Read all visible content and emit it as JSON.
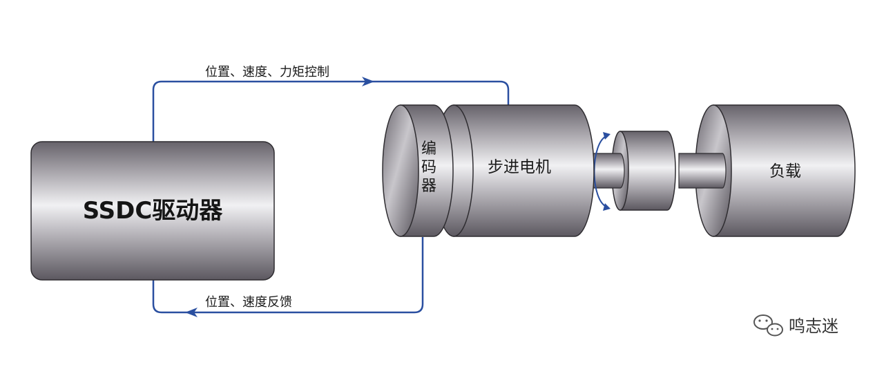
{
  "driver": {
    "label": "SSDC驱动器"
  },
  "encoder": {
    "chars": [
      "编",
      "码",
      "器"
    ]
  },
  "motor": {
    "label": "步进电机"
  },
  "load": {
    "label": "负载"
  },
  "arrows": {
    "control": "位置、速度、力矩控制",
    "feedback": "位置、速度反馈"
  },
  "watermark": {
    "text": "鸣志迷"
  },
  "colors": {
    "arrow": "#2a4fa0",
    "metal_dark": "#5e5a60",
    "metal_light": "#eeeef0"
  }
}
